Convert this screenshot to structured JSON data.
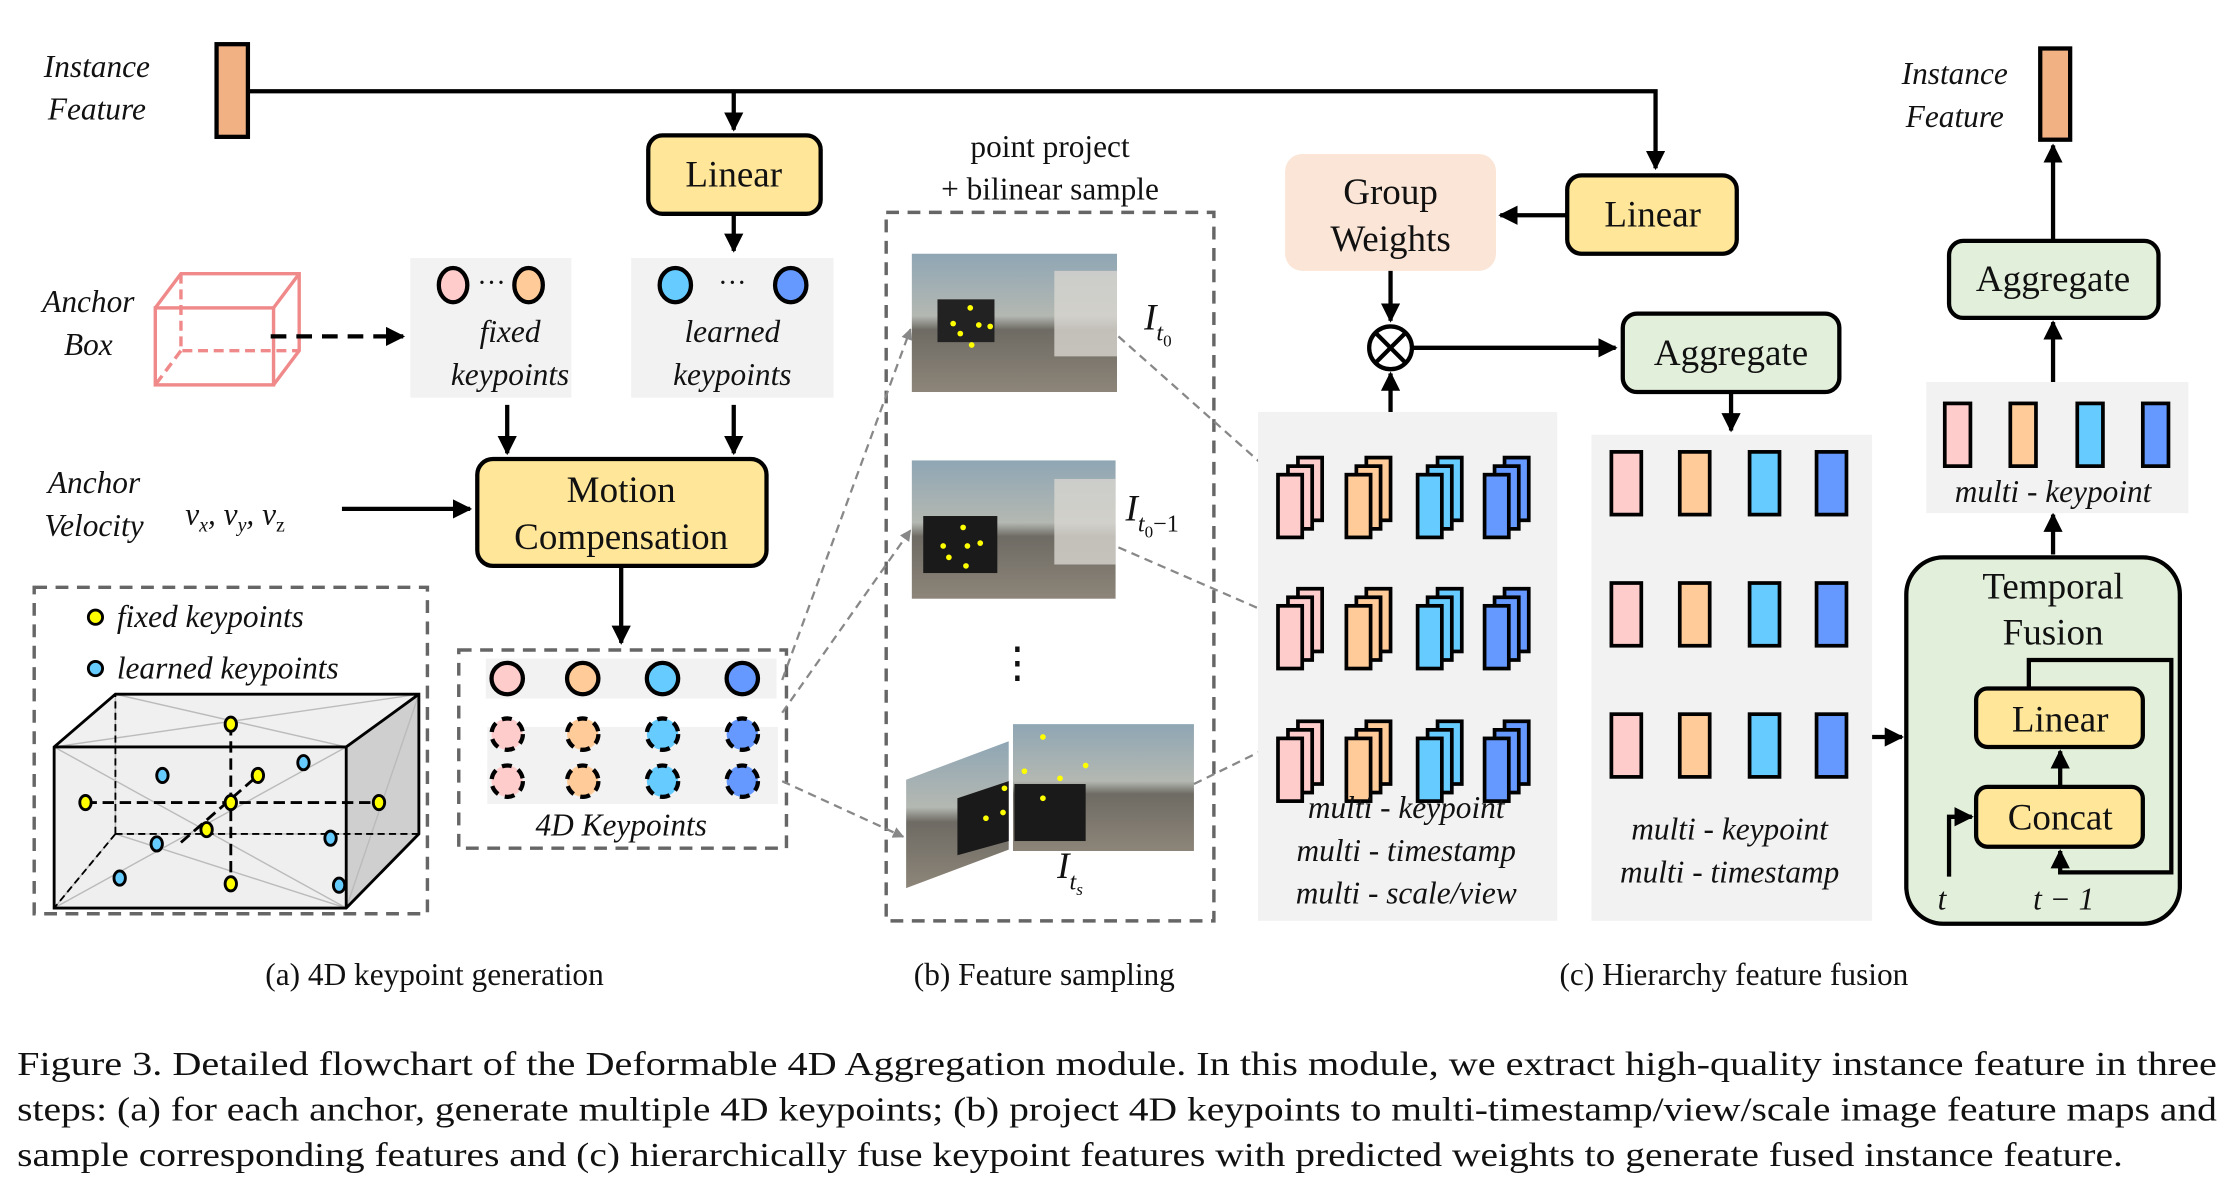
{
  "colors": {
    "instance_feature": "#F2B183",
    "yellow_box": "#FFE699",
    "green_box": "#E2EFDA",
    "peach_box": "#FBE5D6",
    "panel_gray": "#F2F2F2",
    "anchor_box": "#F08A8A",
    "kp_pink": "#FFCCCC",
    "kp_orange": "#FFCC99",
    "kp_cyan": "#66CCFF",
    "kp_blue": "#6699FF",
    "fixed_dot": "#FFFF00",
    "learned_dot": "#66CCFF"
  },
  "left": {
    "instance_feature_label": [
      "Instance",
      "Feature"
    ],
    "linear_label": "Linear",
    "anchor_box_label": [
      "Anchor",
      "Box"
    ],
    "fixed_keypoints_label": [
      "fixed",
      "keypoints"
    ],
    "learned_keypoints_label": [
      "learned",
      "keypoints"
    ],
    "ellipsis": "···",
    "anchor_velocity_label": [
      "Anchor",
      "Velocity"
    ],
    "velocity_symbols": "vₓ, v_y, v_z",
    "motion_compensation_label": [
      "Motion",
      "Compensation"
    ],
    "legend_fixed": "fixed keypoints",
    "legend_learned": "learned keypoints",
    "keypoints_4d_label": "4D Keypoints",
    "subcaption": "(a) 4D keypoint generation"
  },
  "middle": {
    "header": [
      "point project",
      "+ bilinear sample"
    ],
    "image_labels": [
      {
        "base": "I",
        "sub": "t",
        "subsub": "0",
        "suffix": ""
      },
      {
        "base": "I",
        "sub": "t",
        "subsub": "0",
        "suffix": "−1"
      },
      {
        "base": "I",
        "sub": "t",
        "subsub": "s",
        "suffix": ""
      }
    ],
    "vertical_ellipsis": "⋮",
    "subcaption": "(b) Feature sampling"
  },
  "right": {
    "group_weights_label": [
      "Group",
      "Weights"
    ],
    "linear_label": "Linear",
    "multiply_symbol": "⊗",
    "aggregate_label": "Aggregate",
    "stack_caption": [
      "multi - keypoint",
      "multi - timestamp",
      "multi - scale/view"
    ],
    "agg_caption": [
      "multi - keypoint",
      "multi - timestamp"
    ],
    "temporal_fusion_label": [
      "Temporal",
      "Fusion"
    ],
    "tf_linear_label": "Linear",
    "tf_concat_label": "Concat",
    "tf_t_label": "t",
    "tf_t_minus_1_label": "t − 1",
    "final_aggregate_label": "Aggregate",
    "final_keypoint_caption": "multi - keypoint",
    "output_label": [
      "Instance",
      "Feature"
    ],
    "subcaption": "(c) Hierarchy feature fusion"
  },
  "figure_caption": [
    "Figure 3. Detailed flowchart of the Deformable 4D Aggregation module.  In this module, we extract high-quality instance feature in three",
    "steps: (a) for each anchor, generate multiple 4D keypoints; (b) project 4D keypoints to multi-timestamp/view/scale image feature maps and",
    "sample corresponding features and (c) hierarchically fuse keypoint features with predicted weights to generate fused instance feature."
  ]
}
